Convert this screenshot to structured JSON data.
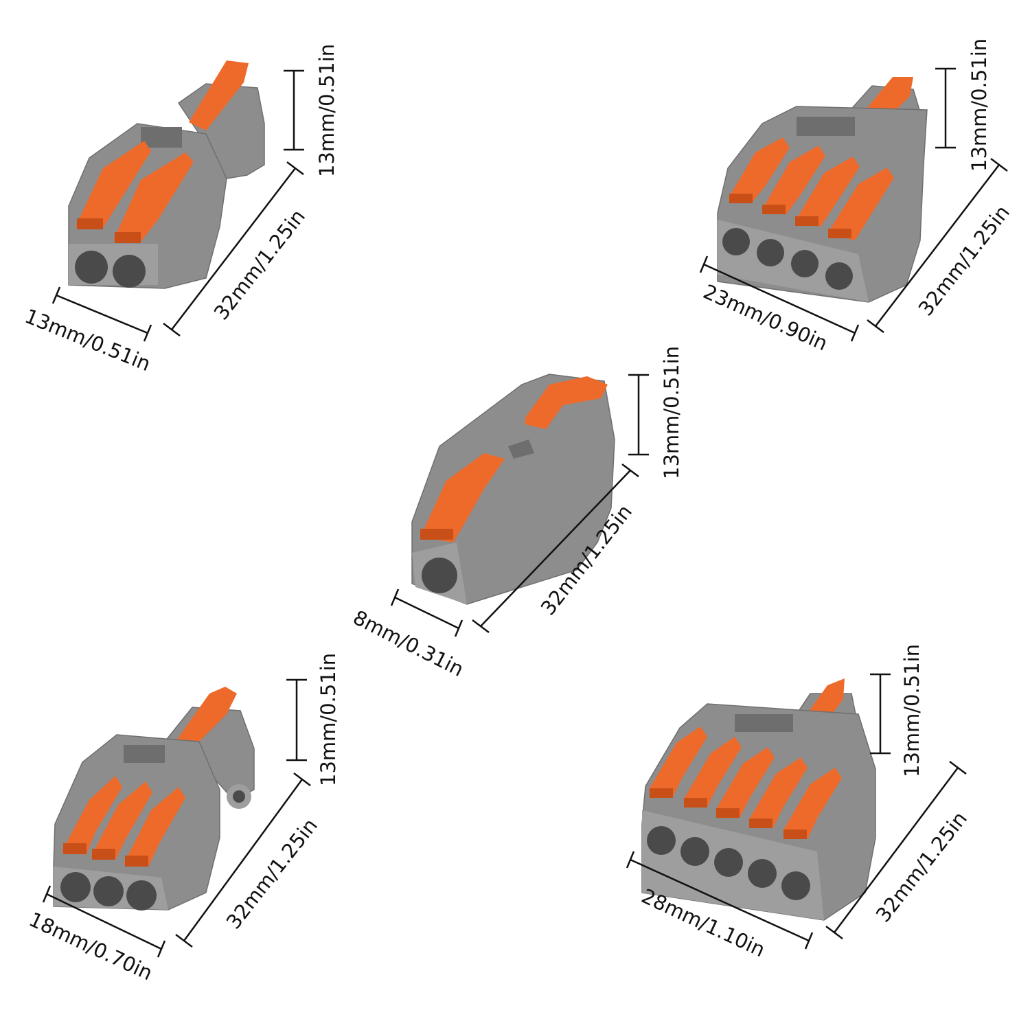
{
  "colors": {
    "housing": "#8d8d8d",
    "housing_light": "#9e9e9e",
    "housing_dark": "#6e6e6e",
    "hole": "#4a4a4a",
    "lever": "#ee6a2a",
    "lever_dark": "#c85018",
    "line": "#111111",
    "background": "#ffffff"
  },
  "connectors": [
    {
      "id": "2-way",
      "ports": 2,
      "width_label": "13mm/0.51in",
      "length_label": "32mm/1.25in",
      "height_label": "13mm/0.51in"
    },
    {
      "id": "4-way",
      "ports": 4,
      "width_label": "23mm/0.90in",
      "length_label": "32mm/1.25in",
      "height_label": "13mm/0.51in"
    },
    {
      "id": "1-way",
      "ports": 1,
      "width_label": "8mm/0.31in",
      "length_label": "32mm/1.25in",
      "height_label": "13mm/0.51in"
    },
    {
      "id": "3-way",
      "ports": 3,
      "width_label": "18mm/0.70in",
      "length_label": "32mm/1.25in",
      "height_label": "13mm/0.51in"
    },
    {
      "id": "5-way",
      "ports": 5,
      "width_label": "28mm/1.10in",
      "length_label": "32mm/1.25in",
      "height_label": "13mm/0.51in"
    }
  ]
}
